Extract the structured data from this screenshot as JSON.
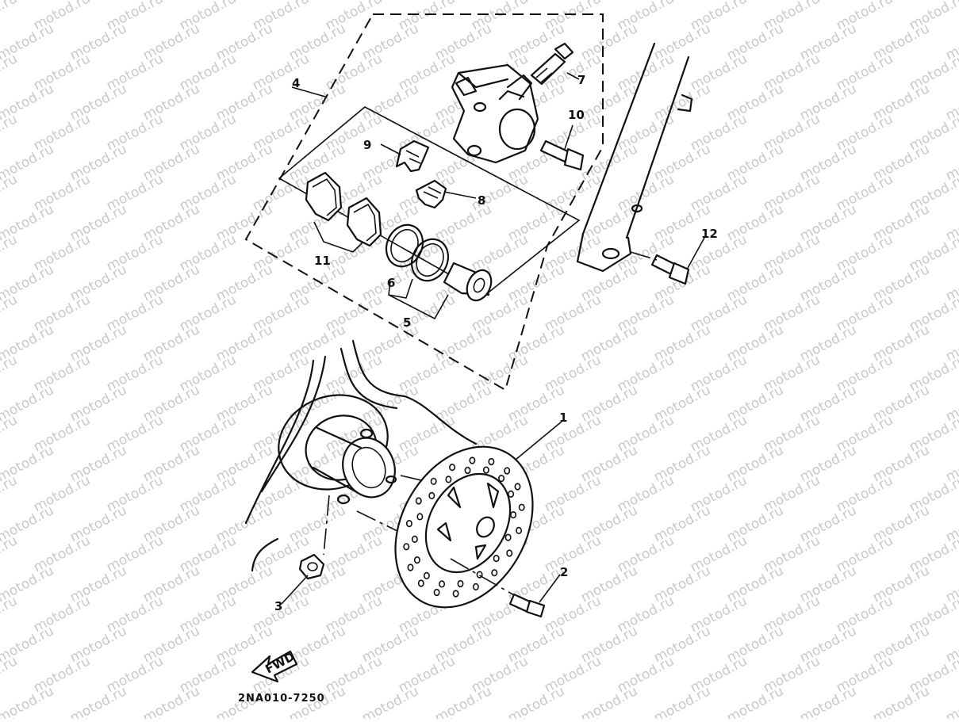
{
  "watermark": {
    "text": "motod.ru",
    "color": "#c9c9c9"
  },
  "callouts": {
    "p1": "1",
    "p2": "2",
    "p3": "3",
    "p4": "4",
    "p5": "5",
    "p6": "6",
    "p7": "7",
    "p8": "8",
    "p9": "9",
    "p10": "10",
    "p11": "11",
    "p12": "12"
  },
  "fwd_label": "FWD",
  "diagram_code": "2NA010-7250"
}
